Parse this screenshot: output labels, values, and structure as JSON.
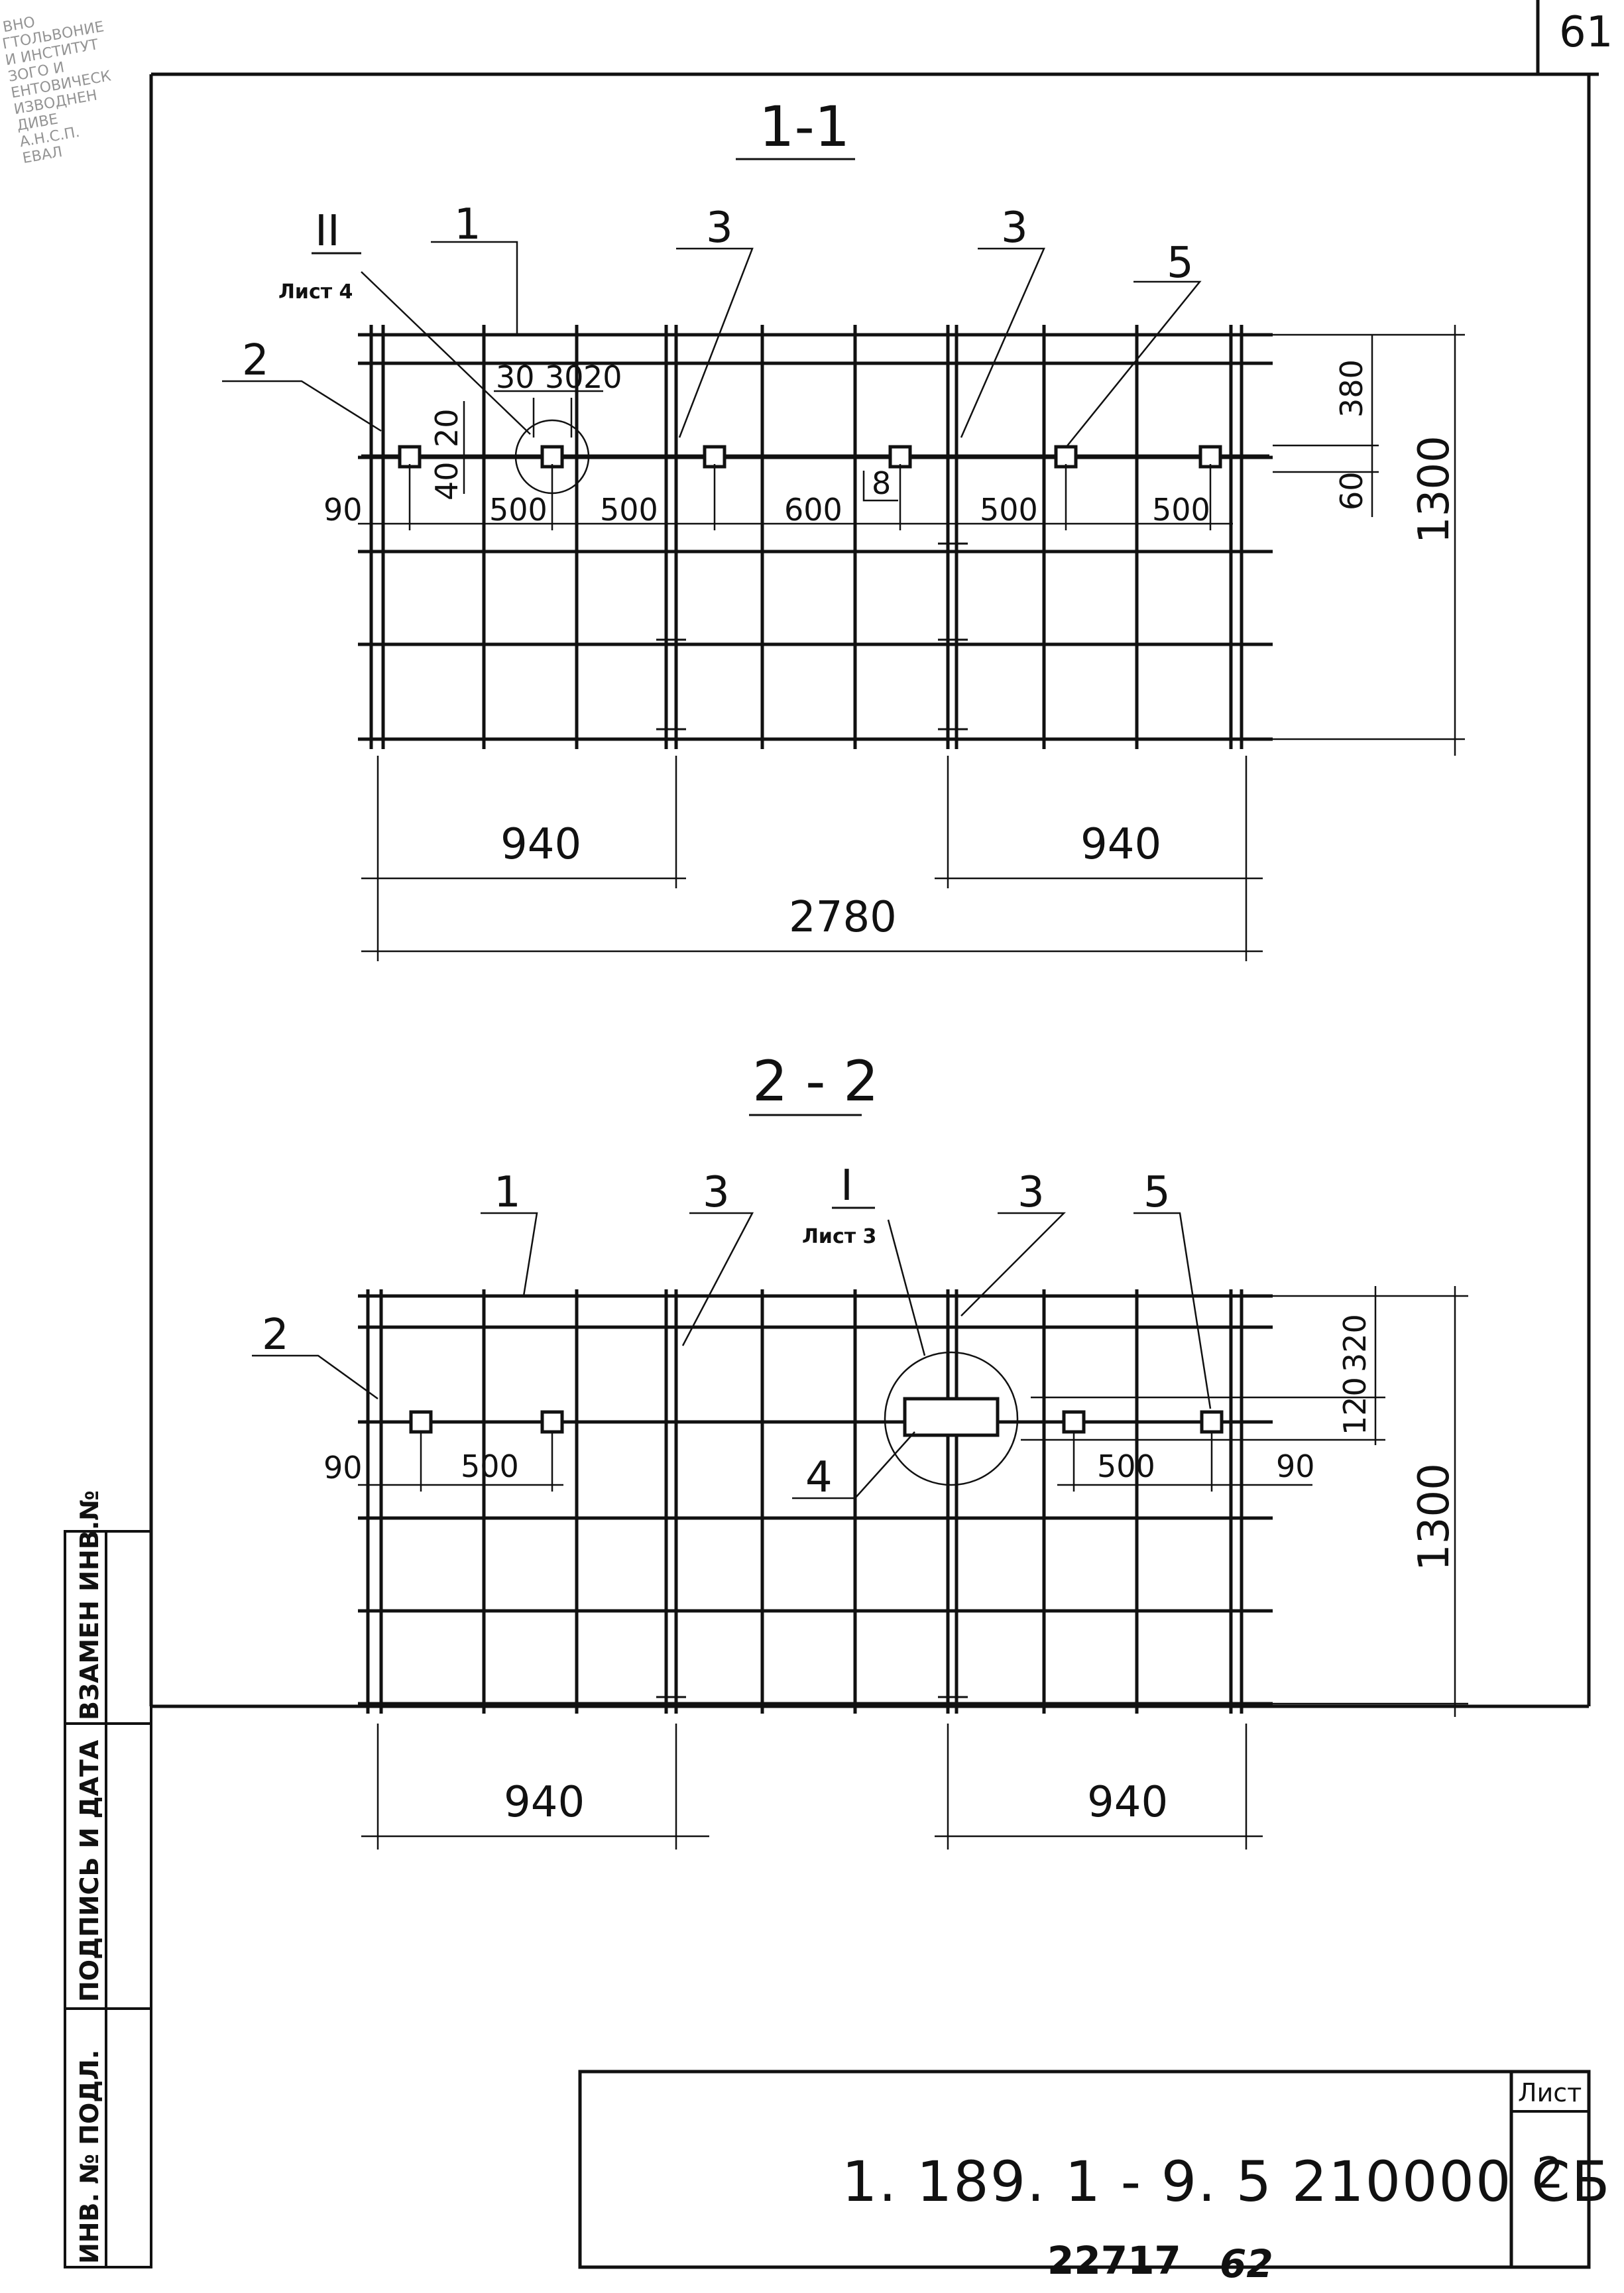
{
  "page_corner_number": "61",
  "stamp_text": [
    "ВНО",
    "ГТОЛЬВОНИЕ",
    "И ИНСТИТУТ",
    "ЗОГО И",
    "ЕНТОВИЧЕСК",
    "ИЗВОДНЕН",
    "ДИВЕ",
    "А.Н.С.П.",
    "ЕВАЛ"
  ],
  "section_1": {
    "title": "1-1",
    "callout_roman": "II",
    "callout_sheet": "Лист 4",
    "positions": {
      "p1": "1",
      "p2": "2",
      "p3a": "3",
      "p3b": "3",
      "p5": "5",
      "p8": "8"
    },
    "dims": {
      "d30a": "30",
      "d30b": "30",
      "d20": "20",
      "d20v": "20",
      "d40": "40",
      "d90": "90",
      "d500a": "500",
      "d500b": "500",
      "d600": "600",
      "d500c": "500",
      "d500d": "500",
      "d380": "380",
      "d60": "60",
      "d1300": "1300",
      "d940a": "940",
      "d940b": "940",
      "d2780": "2780"
    }
  },
  "section_2": {
    "title": "2 - 2",
    "callout_roman": "I",
    "callout_sheet": "Лист 3",
    "positions": {
      "p1": "1",
      "p2": "2",
      "p3a": "3",
      "p3b": "3",
      "p4": "4",
      "p5": "5"
    },
    "dims": {
      "d90a": "90",
      "d500a": "500",
      "d500b": "500",
      "d90b": "90",
      "d320": "320",
      "d120": "120",
      "d1300": "1300",
      "d940a": "940",
      "d940b": "940"
    }
  },
  "side_stamp": {
    "cell1": "ИНВ. № ПОДЛ.",
    "cell2": "ПОДПИСЬ И ДАТА",
    "cell3": "ВЗАМЕН ИНВ.№"
  },
  "title_block": {
    "code": "1. 189. 1 - 9. 5   210000  СБ",
    "sheet_label": "Лист",
    "sheet_number": "2"
  },
  "bottom_marks": {
    "archive_number": "22717",
    "page_number": "62"
  }
}
